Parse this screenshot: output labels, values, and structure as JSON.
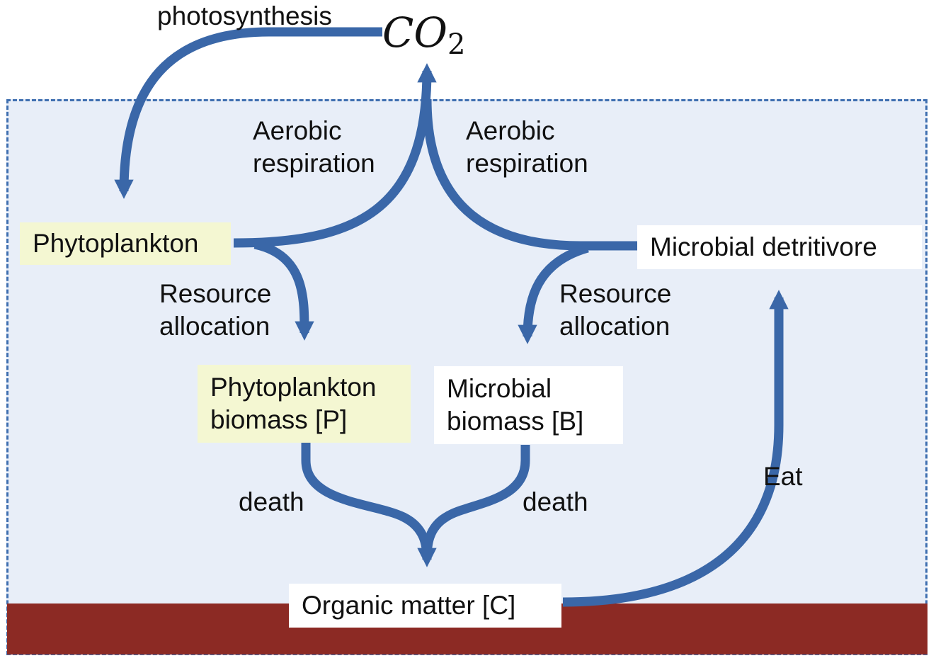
{
  "co2": {
    "main": "CO",
    "sub": "2"
  },
  "labels": {
    "photosynthesis": "photosynthesis",
    "aerobic_left": [
      "Aerobic",
      "respiration"
    ],
    "aerobic_right": [
      "Aerobic",
      "respiration"
    ],
    "resource_left": [
      "Resource",
      "allocation"
    ],
    "resource_right": [
      "Resource",
      "allocation"
    ],
    "death_left": "death",
    "death_right": "death",
    "eat": "Eat"
  },
  "nodes": {
    "phytoplankton": "Phytoplankton",
    "microbial_detritivore": "Microbial detritivore",
    "phyto_biomass": [
      "Phytoplankton",
      "biomass [P]"
    ],
    "microbial_biomass": [
      "Microbial",
      "biomass [B]"
    ],
    "organic_matter": "Organic matter [C]"
  },
  "colors": {
    "arrow": "#3a67a8",
    "ocean": "#e8eef8",
    "sediment": "#8c2a24",
    "phyto_box": "#f4f7d2",
    "box_border": "#3f6fb0"
  }
}
